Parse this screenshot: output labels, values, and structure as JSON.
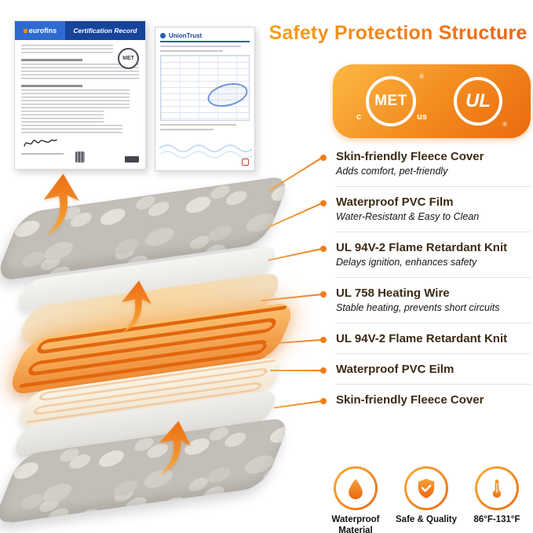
{
  "title": "Safety Protection Structure",
  "cert_badges": {
    "met": {
      "label": "MET",
      "c": "c",
      "us": "us",
      "reg": "®"
    },
    "ul": {
      "label": "UL",
      "reg": "®"
    }
  },
  "certificates": {
    "record": {
      "brand": "eurofins",
      "title": "Certification Record",
      "stamp": "MET"
    },
    "report": {
      "brand": "UnionTrust"
    }
  },
  "features": [
    {
      "title": "Skin-friendly Fleece Cover",
      "desc": "Adds comfort, pet-friendly"
    },
    {
      "title": "Waterproof PVC Film",
      "desc": "Water-Resistant & Easy to Clean"
    },
    {
      "title": "UL 94V-2 Flame Retardant Knit",
      "desc": "Delays ignition, enhances safety"
    },
    {
      "title": "UL 758 Heating Wire",
      "desc": "Stable heating, prevents short circuits"
    },
    {
      "title": "UL 94V-2 Flame Retardant Knit"
    },
    {
      "title": "Waterproof PVC Eilm"
    },
    {
      "title": "Skin-friendly Fleece Cover"
    }
  ],
  "bottom_badges": [
    {
      "icon": "droplet-icon",
      "label": "Waterproof Material"
    },
    {
      "icon": "shield-check-icon",
      "label": "Safe & Quality"
    },
    {
      "icon": "thermometer-icon",
      "label": "86°F-131°F"
    }
  ],
  "colors": {
    "accent_orange": "#F0821C",
    "accent_deep": "#EC6C12",
    "accent_light": "#FBB843",
    "cert_blue": "#16439C"
  }
}
